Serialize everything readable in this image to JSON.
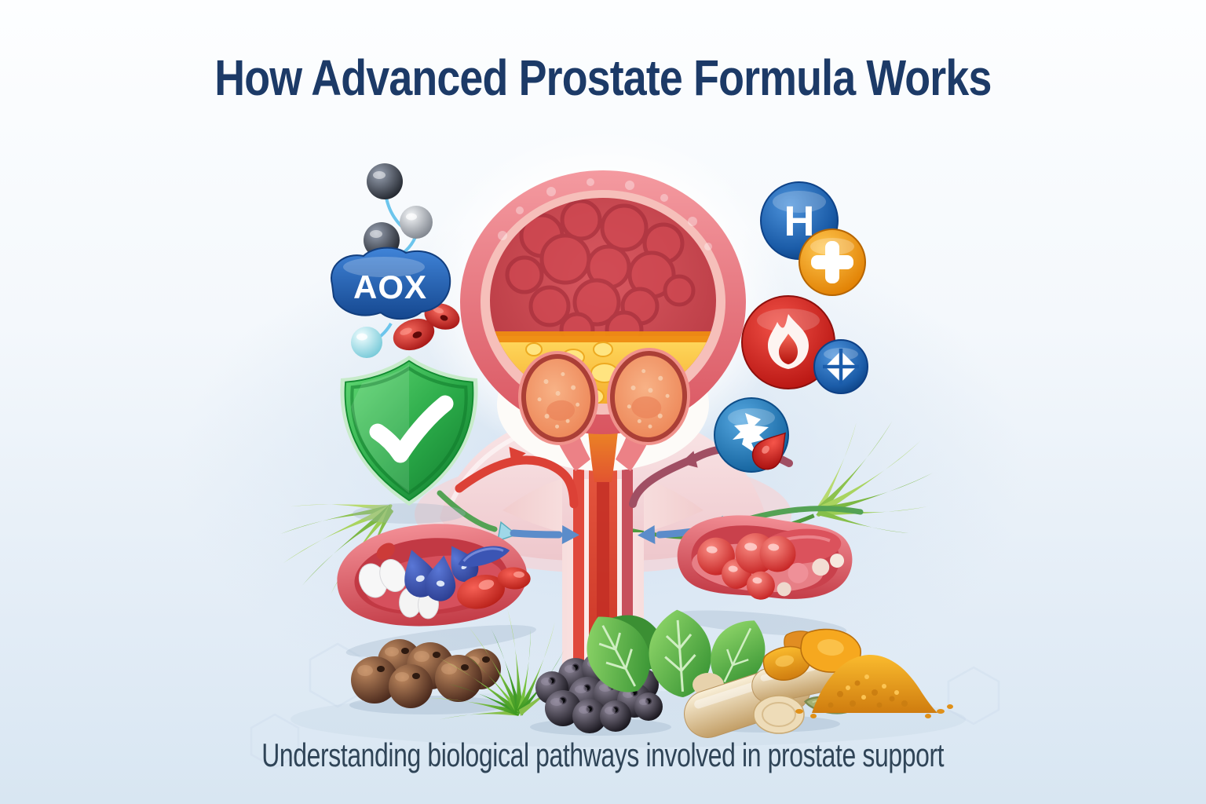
{
  "title": "How Advanced Prostate Formula Works",
  "subtitle": "Understanding biological pathways involved in prostate support",
  "badges": {
    "aox_label": "AOX",
    "hormone_label": "H"
  },
  "icons": {
    "aox-blob-icon": "blue molecule blob labeled AOX",
    "free-radical-molecules-icon": "linked dark and silver spheres",
    "red-blood-cells-icon": "red oval cells",
    "shield-check-icon": "green shield with white checkmark ✓",
    "hormone-h-icon": "blue circle with letter H",
    "plus-icon": "orange circle with white plus ＋",
    "flame-icon": "red circle with white flame",
    "faceted-diamond-icon": "blue circle with white quartered diamond ◆",
    "enzyme-block-icon": "blue circle with white jagged enzyme fragment and red drop",
    "artery-supplements-icon": "open vessel holding white, blue and red pills",
    "blood-vessel-icon": "open vessel holding red blood cells",
    "saw-palmetto-berries-icon": "brown berries",
    "grass-frond-icon": "green saw palmetto fronds",
    "black-berries-icon": "dark purple berries",
    "mint-leaves-icon": "green leaves",
    "capsules-icon": "beige supplement capsules and tablets",
    "pumpkin-seed-icon": "green pumpkin seed",
    "turmeric-icon": "turmeric pieces and powder pile",
    "bladder-anatomy": "cross-section bladder with urine pool",
    "prostate-anatomy": "prostate lobes around urethra"
  },
  "palette": {
    "title_text": "#1c3a67",
    "subtitle_text": "#2f4457",
    "background_top": "#fdfeff",
    "background_bottom": "#d8e6f2",
    "aox_blue": "#2a66b8",
    "hormone_blue": "#1d5cab",
    "plus_orange": "#f09a0c",
    "flame_red": "#d2201c",
    "diamond_blue": "#1a5cab",
    "enzyme_blue": "#1e74b8",
    "shield_green": "#2aa747",
    "bladder_pink": "#e87079",
    "bladder_interior_red": "#c8434c",
    "urine_yellow": "#f9bd2b",
    "prostate_orange": "#f09668",
    "vessel_red": "#d9505a",
    "arrow_red": "#dc4136",
    "arrow_maroon": "#a04f63",
    "arrow_blue": "#5c8fcb",
    "arrow_green": "#55a855"
  }
}
